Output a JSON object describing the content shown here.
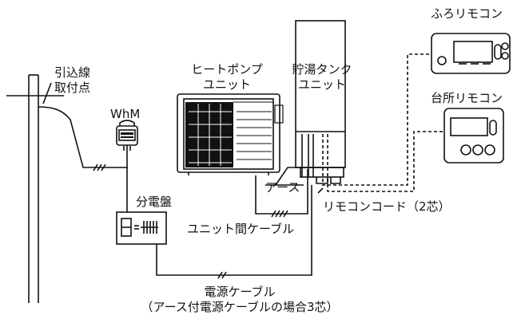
{
  "labels": {
    "bathroom_remote": "ふろリモコン",
    "kitchen_remote": "台所リモコン",
    "heat_pump_unit": [
      "ヒートポンプ",
      "ユニット"
    ],
    "storage_tank_unit": [
      "貯湯タンク",
      "ユニット"
    ],
    "service_drop_point": [
      "引込線",
      "取付点"
    ],
    "watt_hour_meter": "WhM",
    "distribution_board": "分電盤",
    "earth": "アース",
    "remote_cord": "リモコンコード（2芯）",
    "inter_unit_cable": "ユニット間ケーブル",
    "power_cable": [
      "電源ケーブル",
      "（アース付電源ケーブルの場合3芯）"
    ]
  }
}
